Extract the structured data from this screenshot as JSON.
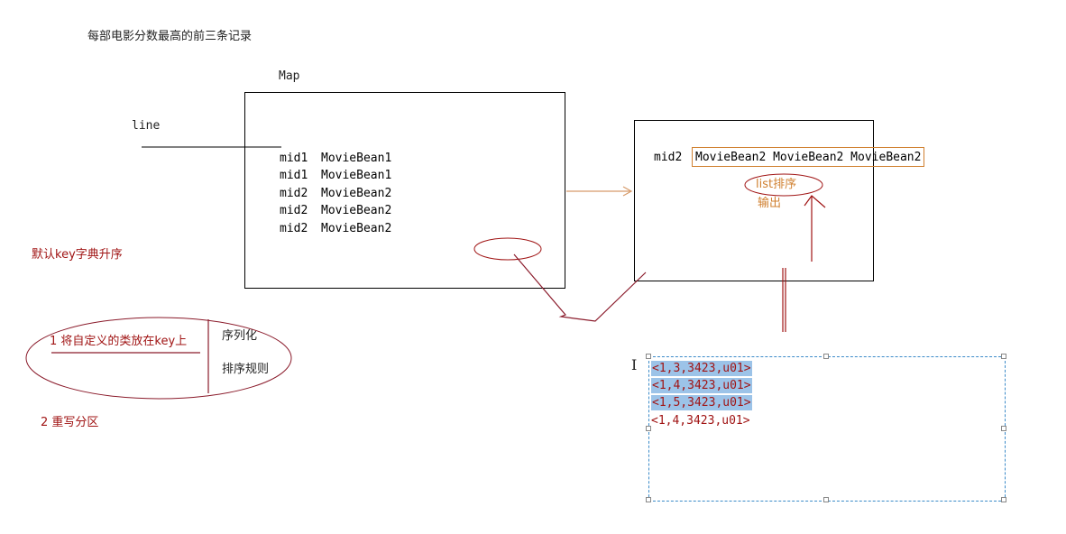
{
  "title": "每部电影分数最高的前三条记录",
  "map_label": "Map",
  "line_label": "line",
  "map_rows": [
    {
      "key": "mid1",
      "value": "MovieBean1"
    },
    {
      "key": "mid1",
      "value": "MovieBean1"
    },
    {
      "key": "mid2",
      "value": "MovieBean2"
    },
    {
      "key": "mid2",
      "value": "MovieBean2"
    },
    {
      "key": "mid2",
      "value": "MovieBean2"
    }
  ],
  "reduce": {
    "key": "mid2",
    "values": "MovieBean2 MovieBean2 MovieBean2",
    "sort_label": "list排序",
    "output_label": "输出"
  },
  "default_sort_note": "默认key字典升序",
  "oval_notes": {
    "left": "1 将自定义的类放在key上",
    "right_top": "序列化",
    "right_bottom": "排序规则"
  },
  "note_partition": "2 重写分区",
  "textbox_rows": [
    {
      "text": "<1,3,3423,u01>",
      "highlighted": true
    },
    {
      "text": "<1,4,3423,u01>",
      "highlighted": true
    },
    {
      "text": "<1,5,3423,u01>",
      "highlighted": true
    },
    {
      "text": "<1,4,3423,u01>",
      "highlighted": false
    }
  ],
  "colors": {
    "annotation_red": "#a01414",
    "annotation_orange": "#d08030",
    "selection_blue": "#9cc3e8",
    "textbox_border": "#3b8bc9"
  }
}
